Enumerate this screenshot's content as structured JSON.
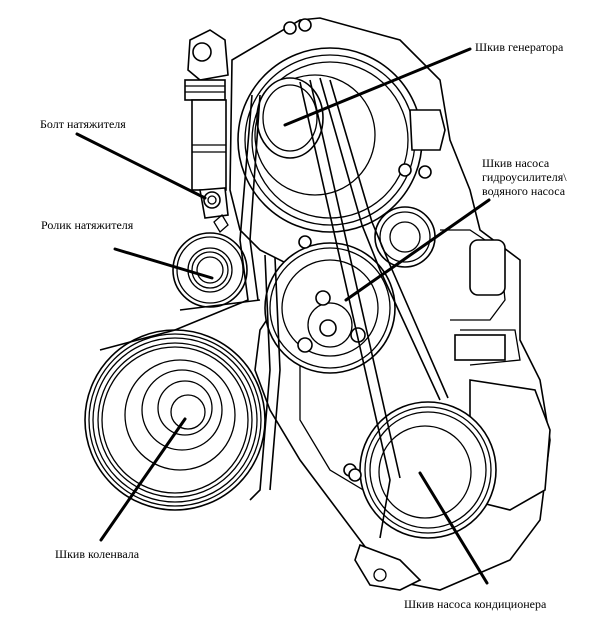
{
  "figure": {
    "title": "Engine accessory belt drive diagram",
    "labels": {
      "generator_pulley": "Шкив генератора",
      "tensioner_bolt": "Болт натяжителя",
      "power_steering_water_pump_pulley": "Шкив насоса\nгидроусилителя\\\nводяного насоса",
      "tensioner_roller": "Ролик натяжителя",
      "crankshaft_pulley": "Шкив коленвала",
      "ac_compressor_pulley": "Шкив насоса кондиционера"
    },
    "colors": {
      "line": "#000000",
      "background": "#ffffff"
    }
  }
}
